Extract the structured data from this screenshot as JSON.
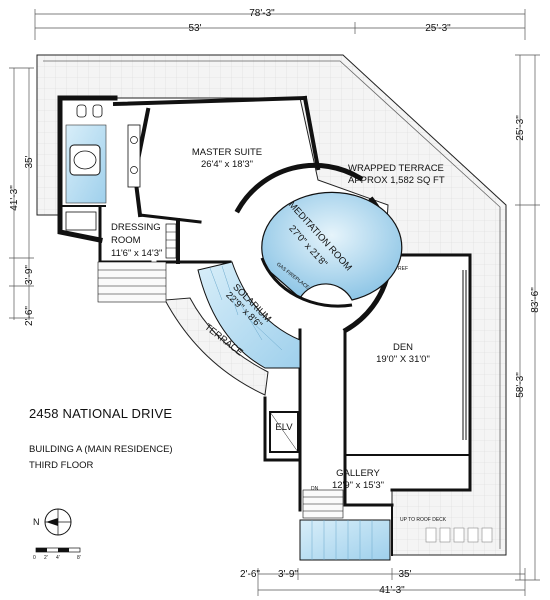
{
  "dimensions": {
    "top_total": "78'-3\"",
    "top_left": "53'",
    "top_right": "25'-3\"",
    "left_total": "41'-3\"",
    "left_upper": "35'",
    "left_mid": "3'-9\"",
    "left_lower": "2'-6\"",
    "right_upper": "25'-3\"",
    "right_total": "83'-6\"",
    "right_lower": "58'-3\"",
    "bottom_a": "2'-6\"",
    "bottom_b": "3'-9\"",
    "bottom_c": "35'",
    "bottom_total": "41'-3\""
  },
  "rooms": {
    "master_suite": {
      "name": "MASTER SUITE",
      "size": "26'4\" x 18'3\""
    },
    "dressing_room": {
      "name_line1": "DRESSING",
      "name_line2": "ROOM",
      "size": "11'6\" x 14'3\""
    },
    "meditation_room": {
      "name": "MEDITATION ROOM",
      "size": "27'0\" x 21'8\""
    },
    "gas_fireplace": "GAS FIREPLACE",
    "wrapped_terrace": {
      "name": "WRAPPED TERRACE",
      "area": "APPROX 1,582 SQ FT"
    },
    "solarium": {
      "name": "SOLARIUM",
      "size": "22'9\" x 8'6\""
    },
    "terrace": "TERRACE",
    "den": {
      "name": "DEN",
      "size": "19'0\" X 31'0\""
    },
    "elv": "ELV",
    "gallery": {
      "name": "GALLERY",
      "size": "12'9\" x 15'3\""
    },
    "ref": "REF",
    "dn": "DN",
    "up_to_roof_deck": "UP TO ROOF DECK"
  },
  "info": {
    "address": "2458 NATIONAL DRIVE",
    "building": "BUILDING A (MAIN RESIDENCE)",
    "floor": "THIRD FLOOR"
  },
  "north_label": "N",
  "scale_labels": [
    "0",
    "2'",
    "4'",
    "8'"
  ],
  "colors": {
    "wall": "#111111",
    "glass": "#bfe0f2",
    "glass_dark": "#8fc6e6",
    "terrace": "#f2f2f2",
    "tile_line": "#d8d8d8"
  }
}
